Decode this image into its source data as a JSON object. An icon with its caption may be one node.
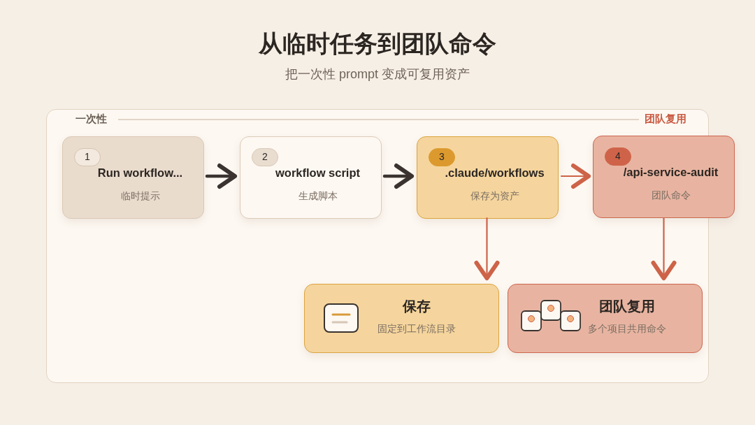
{
  "diagram": {
    "title": "从临时任务到团队命令",
    "nodes": [
      {
        "text": [
          "一次性",
          "团队复用"
        ]
      },
      {
        "text": [
          "1",
          "Run workflow...",
          "临时提示"
        ],
        "in": 0
      },
      {
        "text": [
          "2",
          "workflow script",
          "生成脚本"
        ],
        "in": 0
      },
      {
        "text": [
          "3",
          ".claude/workflows",
          "保存为资产"
        ],
        "in": 0
      },
      {
        "text": [
          "4",
          "/api-service-audit",
          "团队命令"
        ]
      },
      {
        "text": [
          "保存",
          "固定到工作流目录"
        ],
        "in": 0
      },
      {
        "text": [
          "团队复用",
          "多个项目共用命令"
        ],
        "in": 0
      }
    ],
    "edges": [
      {
        "from": 1,
        "to": 2,
        "arrow": "to",
        "style": "thick",
        "color": "#3a332f"
      },
      {
        "from": 2,
        "to": 3,
        "arrow": "to",
        "style": "thick",
        "color": "#3a332f"
      },
      {
        "from": 3,
        "to": 4,
        "arrow": "to"
      },
      {
        "from": 3,
        "to": 5,
        "arrow": "to"
      },
      {
        "from": 4,
        "to": 6,
        "arrow": "to"
      }
    ],
    "labels": [
      "把一次性 prompt 变成可复用资产"
    ]
  }
}
